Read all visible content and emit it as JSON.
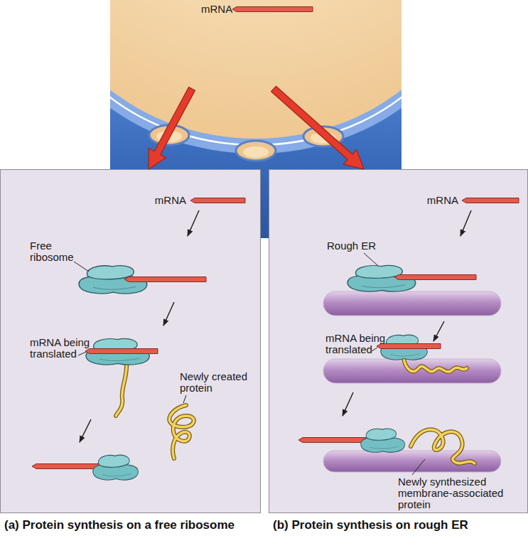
{
  "diagram": {
    "nodes": [
      {
        "text": [
          "mRNA"
        ]
      },
      {
        "text": [
          "(a) Protein synthesis on a free ribosome"
        ]
      },
      {
        "text": [
          "(b) Protein synthesis on rough ER"
        ]
      }
    ],
    "edges": [
      {
        "from": 0,
        "to": 1,
        "arrow": "to"
      },
      {
        "from": 0,
        "to": 2,
        "arrow": "to"
      }
    ],
    "labels": [
      "mRNA",
      "Free ribosome",
      "mRNA being translated",
      "Newly created protein",
      "mRNA",
      "Rough ER",
      "mRNA being translated",
      "Newly synthesized membrane-associated protein"
    ]
  }
}
